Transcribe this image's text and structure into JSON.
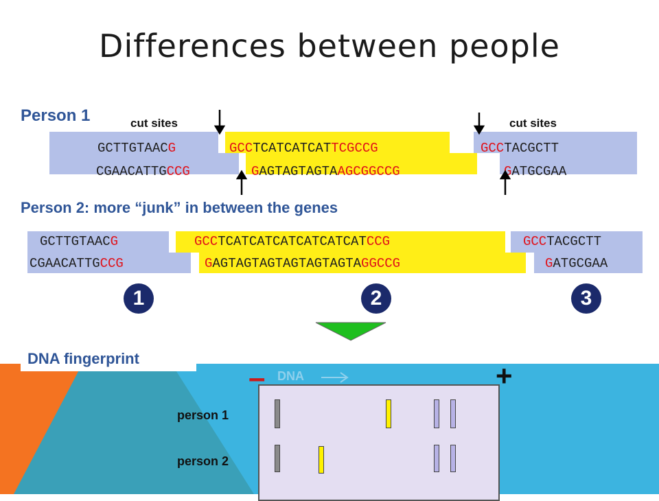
{
  "title": "Differences between people",
  "person1": {
    "label": "Person 1",
    "cut_sites_left": "cut sites",
    "cut_sites_right": "cut sites",
    "top_left": [
      [
        "k",
        "GCTTGTAAC"
      ],
      [
        "r",
        "G"
      ]
    ],
    "top_mid": [
      [
        "r",
        "GCC"
      ],
      [
        "k",
        "TCATCATCAT"
      ],
      [
        "r",
        "TCGCCG"
      ]
    ],
    "top_right": [
      [
        "r",
        "GCC"
      ],
      [
        "k",
        "TACGCTT"
      ]
    ],
    "bot_left": [
      [
        "k",
        "CGAACATTG"
      ],
      [
        "r",
        "CCG"
      ]
    ],
    "bot_mid": [
      [
        "r",
        "G"
      ],
      [
        "k",
        "AGTAGTAGTA"
      ],
      [
        "r",
        "AGCGGCCG"
      ]
    ],
    "bot_right": [
      [
        "r",
        "G"
      ],
      [
        "k",
        "ATGCGAA"
      ]
    ]
  },
  "person2": {
    "label": "Person 2: more “junk” in between the genes",
    "top_left": [
      [
        "k",
        "GCTTGTAAC"
      ],
      [
        "r",
        "G"
      ]
    ],
    "top_mid": [
      [
        "r",
        "GCC"
      ],
      [
        "k",
        "TCATCATCATCATCATCAT"
      ],
      [
        "r",
        "CCG"
      ]
    ],
    "top_right": [
      [
        "r",
        "GCC"
      ],
      [
        "k",
        "TACGCTT"
      ]
    ],
    "bot_left": [
      [
        "k",
        "CGAACATTG"
      ],
      [
        "r",
        "CCG"
      ]
    ],
    "bot_mid": [
      [
        "r",
        "G"
      ],
      [
        "k",
        "AGTAGTAGTAGTAGTAGTA"
      ],
      [
        "r",
        "GGCCG"
      ]
    ],
    "bot_right": [
      [
        "r",
        "G"
      ],
      [
        "k",
        "ATGCGAA"
      ]
    ]
  },
  "fragments": [
    "1",
    "2",
    "3"
  ],
  "fingerprint": {
    "label": "DNA fingerprint",
    "minus": "–",
    "plus": "+",
    "dna_label": "DNA",
    "person1_label": "person 1",
    "person2_label": "person 2"
  },
  "colors": {
    "blue_block": "#b4c0e8",
    "yellow_block": "#ffee17",
    "red_base": "#e0121a",
    "circle": "#1b2a6b",
    "arrow_green": "#1fbf1f",
    "bg_orange": "#f47321",
    "bg_teal": "#3aa0b8",
    "bg_blue": "#3cb4e0",
    "minus_plus": "#cc1a1a"
  }
}
